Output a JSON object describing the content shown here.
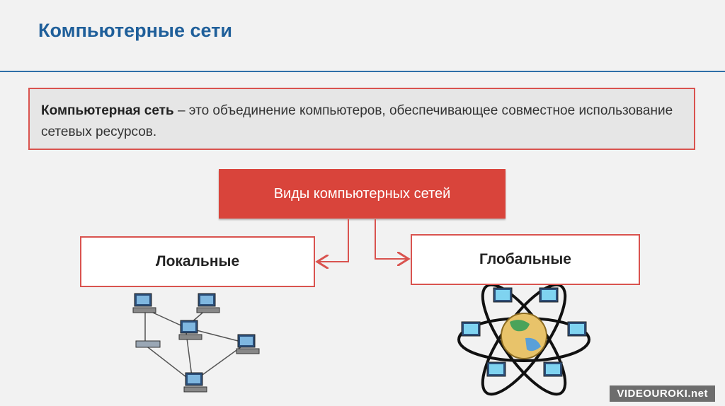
{
  "header": {
    "title": "Компьютерные сети"
  },
  "definition": {
    "term": "Компьютерная сеть",
    "text": " – это объединение компьютеров, обеспечивающее совместное использование сетевых ресурсов."
  },
  "types": {
    "label": "Виды компьютерных сетей"
  },
  "categories": {
    "local": "Локальные",
    "global": "Глобальные"
  },
  "watermark": {
    "text": "VIDEOUROKI.net"
  },
  "colors": {
    "accent": "#d9443b",
    "title": "#1f5f9a",
    "background": "#f2f2f2"
  }
}
